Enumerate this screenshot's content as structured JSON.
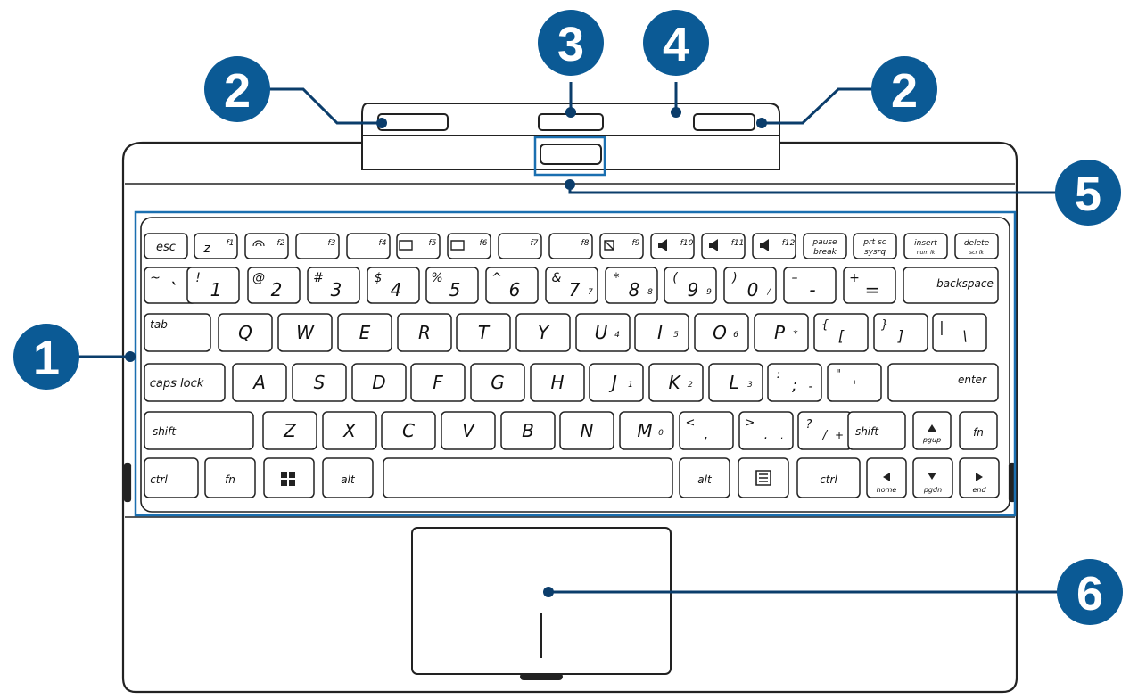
{
  "callouts": {
    "c1": "1",
    "c2a": "2",
    "c2b": "2",
    "c3": "3",
    "c4": "4",
    "c5": "5",
    "c6": "6"
  },
  "colors": {
    "callout_fill": "#0b5a95",
    "leader_line": "#0b3d6b",
    "highlight": "#1a6fb0",
    "outline": "#222222"
  },
  "keys": {
    "row1": [
      "esc",
      "z",
      "f1",
      "f2",
      "f3",
      "f4",
      "f5",
      "f6",
      "f7",
      "f8",
      "f9",
      "f10",
      "f11",
      "f12",
      "pause",
      "break",
      "prt sc",
      "sysrq",
      "insert",
      "num lk",
      "delete",
      "scr lk"
    ],
    "row2": [
      "~",
      "`",
      "!",
      "1",
      "@",
      "2",
      "#",
      "3",
      "$",
      "4",
      "%",
      "5",
      "^",
      "6",
      "&",
      "7",
      "7",
      "*",
      "8",
      "8",
      "(",
      "9",
      "9",
      ")",
      "0",
      "/",
      "–",
      "-",
      "+",
      "=",
      "backspace"
    ],
    "row3": [
      "tab",
      "Q",
      "W",
      "E",
      "R",
      "T",
      "Y",
      "U",
      "4",
      "I",
      "5",
      "O",
      "6",
      "P",
      "*",
      "{",
      "[",
      "}",
      "]",
      "|",
      "\\"
    ],
    "row4": [
      "caps lock",
      "A",
      "S",
      "D",
      "F",
      "G",
      "H",
      "J",
      "1",
      "K",
      "2",
      "L",
      "3",
      ":",
      ";",
      "-",
      "\"",
      "'",
      "enter"
    ],
    "row5": [
      "shift",
      "Z",
      "X",
      "C",
      "V",
      "B",
      "N",
      "M",
      "0",
      "<",
      ",",
      ">",
      ".",
      ".",
      "?",
      "/",
      "+",
      "shift",
      "pgup",
      "fn"
    ],
    "row6": [
      "ctrl",
      "fn",
      "alt",
      "alt",
      "ctrl",
      "home",
      "pgdn",
      "end"
    ]
  }
}
